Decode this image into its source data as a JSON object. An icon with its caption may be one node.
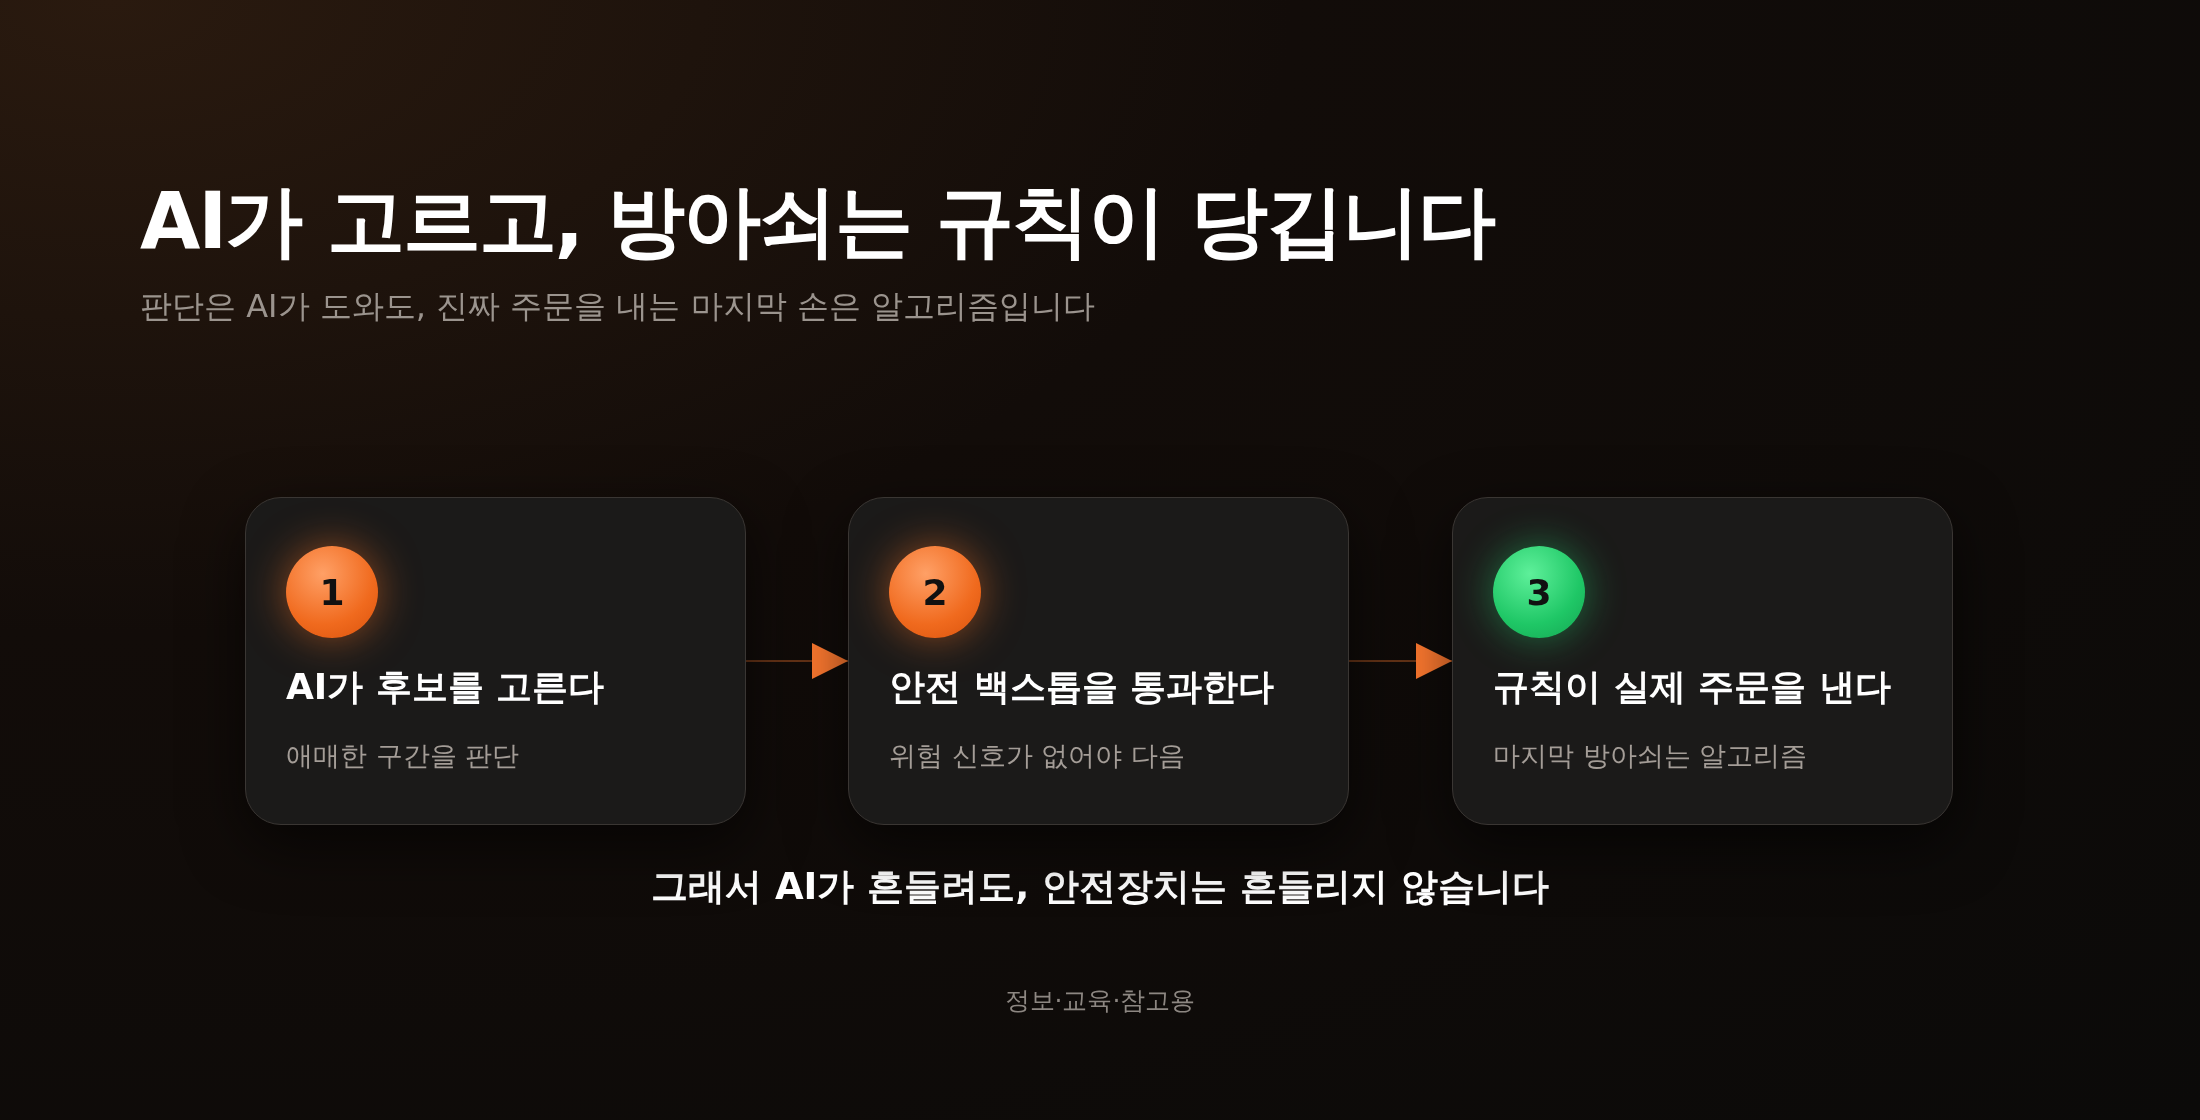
{
  "diagram": {
    "title": "AI가 고르고, **방아쇠는 규칙이 당깁니다**",
    "nodes": [
      {
        "text": [
          "AI가 후보를 고른다",
          "애매한 구간을 판단"
        ]
      },
      {
        "text": [
          "1"
        ],
        "in": 0
      },
      {
        "text": [
          "안전 백스톱을 통과한다",
          "위험 신호가 없어야 다음"
        ]
      },
      {
        "text": [
          "2"
        ],
        "in": 2
      },
      {
        "text": [
          "규칙이 실제 주문을 낸다",
          "마지막 방아쇠는 알고리즘"
        ]
      },
      {
        "text": [
          "3"
        ],
        "in": 4
      }
    ],
    "edges": [
      {
        "from": 0,
        "to": 2,
        "arrow": "to"
      },
      {
        "from": 2,
        "to": 4,
        "arrow": "to"
      }
    ],
    "labels": [
      "판단은 AI가 도와도, 진짜 주문을 내는 마지막 손은 알고리즘입니다",
      "그래서 AI가 흔들려도, 안전장치는 흔들리지 않습니다",
      "정보·교육·참고용"
    ]
  }
}
